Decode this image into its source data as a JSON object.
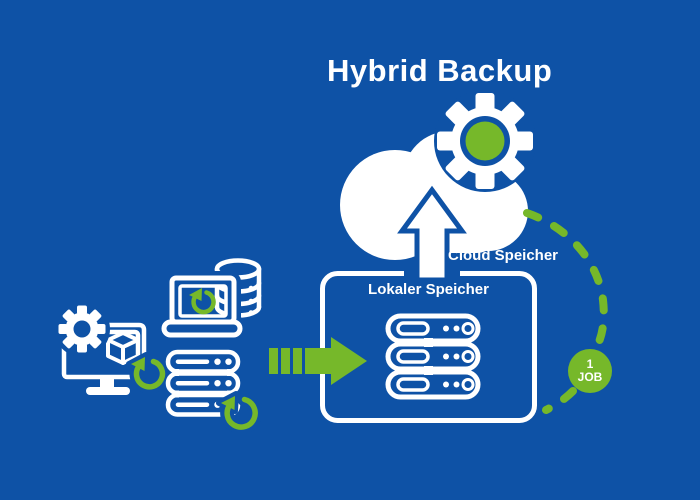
{
  "theme": {
    "background": "#0e52a6",
    "green": "#76b82a",
    "white": "#ffffff"
  },
  "title": "Hybrid Backup",
  "cloud": {
    "label": "Cloud Speicher"
  },
  "local_box": {
    "label": "Lokaler Speicher"
  },
  "job_badge": {
    "count": "1",
    "label": "JOB"
  },
  "icons": {
    "cloud": "cloud-icon",
    "gear": "gear-icon",
    "upload_arrow": "upload-arrow-icon",
    "sync_loop": "sync-loop-dashed-curve",
    "job_badge": "job-badge",
    "local_server_rack": "server-rack-icon",
    "monitor": "monitor-backup-icon",
    "monitor_gear": "small-gear-icon",
    "monitor_cube": "cube-icon",
    "laptop": "laptop-backup-icon",
    "database": "database-icon",
    "server_stack": "server-stack-icon",
    "refresh": "refresh-icon",
    "flow_arrow": "flow-arrow-icon"
  }
}
